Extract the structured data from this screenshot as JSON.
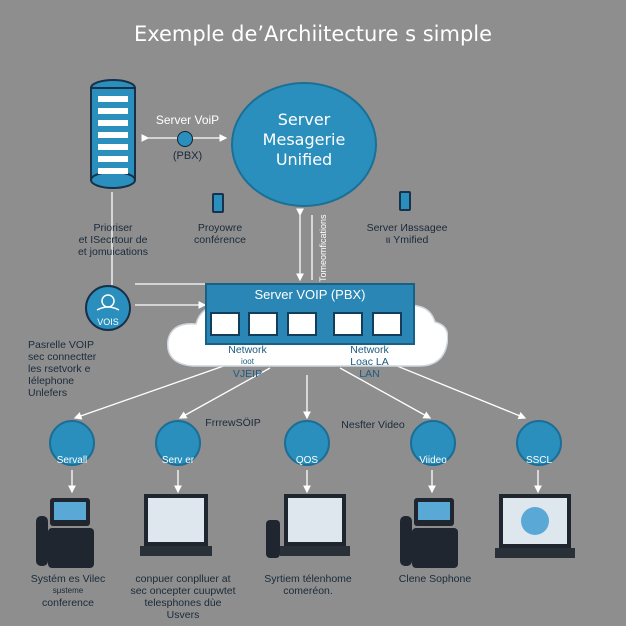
{
  "title": "Exemple de’Archiitecture s simple",
  "top": {
    "server_voip_label": "Server VoiP",
    "pbx_label": "(PBX)",
    "messaging_server": [
      "Server",
      "Mesagerie",
      "Unified"
    ]
  },
  "left": {
    "caption": [
      "Prioriser",
      "et ІSecrtour de",
      "et јomuications"
    ],
    "vois_label": "VOIS",
    "gateway_caption": [
      "Pasrelle VOIP",
      "sec connectter",
      "les rsetvork e",
      "Iélephone",
      "Unlefers"
    ]
  },
  "center_left_caption": [
    "Proyowre",
    "conférence"
  ],
  "right_caption": [
    "Server Ивssagee",
    "ιι Ymified"
  ],
  "vertical_label": "Tomeomfications",
  "cloud": {
    "band_title": "Server VOIP (PBX)",
    "network_left": [
      "Network",
      "ioot",
      "VJEIP"
    ],
    "network_right": [
      "Network",
      "Loac LA",
      "LAN"
    ]
  },
  "middle_labels": {
    "firewall": "FrrrewSÖIP",
    "video": "Nesfter Video"
  },
  "nodes": [
    {
      "label": "Servall",
      "icon": "wifi-icon"
    },
    {
      "label": "Serv er",
      "icon": "server-icon"
    },
    {
      "label": "QOS",
      "icon": "qos-icon"
    },
    {
      "label": "Viideo",
      "icon": "video-icon"
    },
    {
      "label": "SSCL",
      "icon": "cloud-icon"
    }
  ],
  "devices": [
    {
      "caption": [
        "Systém es Vilec",
        "sμsteme",
        "conference"
      ],
      "type": "desk-phone"
    },
    {
      "caption": [
        "conpuer conplluer at",
        "sec oncepter cuupwtet",
        "telesphones dùe Usvers"
      ],
      "type": "laptop"
    },
    {
      "caption": [
        "Syrtiem télenhome",
        "comeréon."
      ],
      "type": "laptop-phone"
    },
    {
      "caption": [
        "Clene Sophone"
      ],
      "type": "desk-phone"
    },
    {
      "caption": [],
      "type": "laptop"
    }
  ],
  "colors": {
    "background": "#8e8e8e",
    "accent": "#2a8fbd",
    "dark": "#1f2630",
    "line": "#ffffff"
  }
}
